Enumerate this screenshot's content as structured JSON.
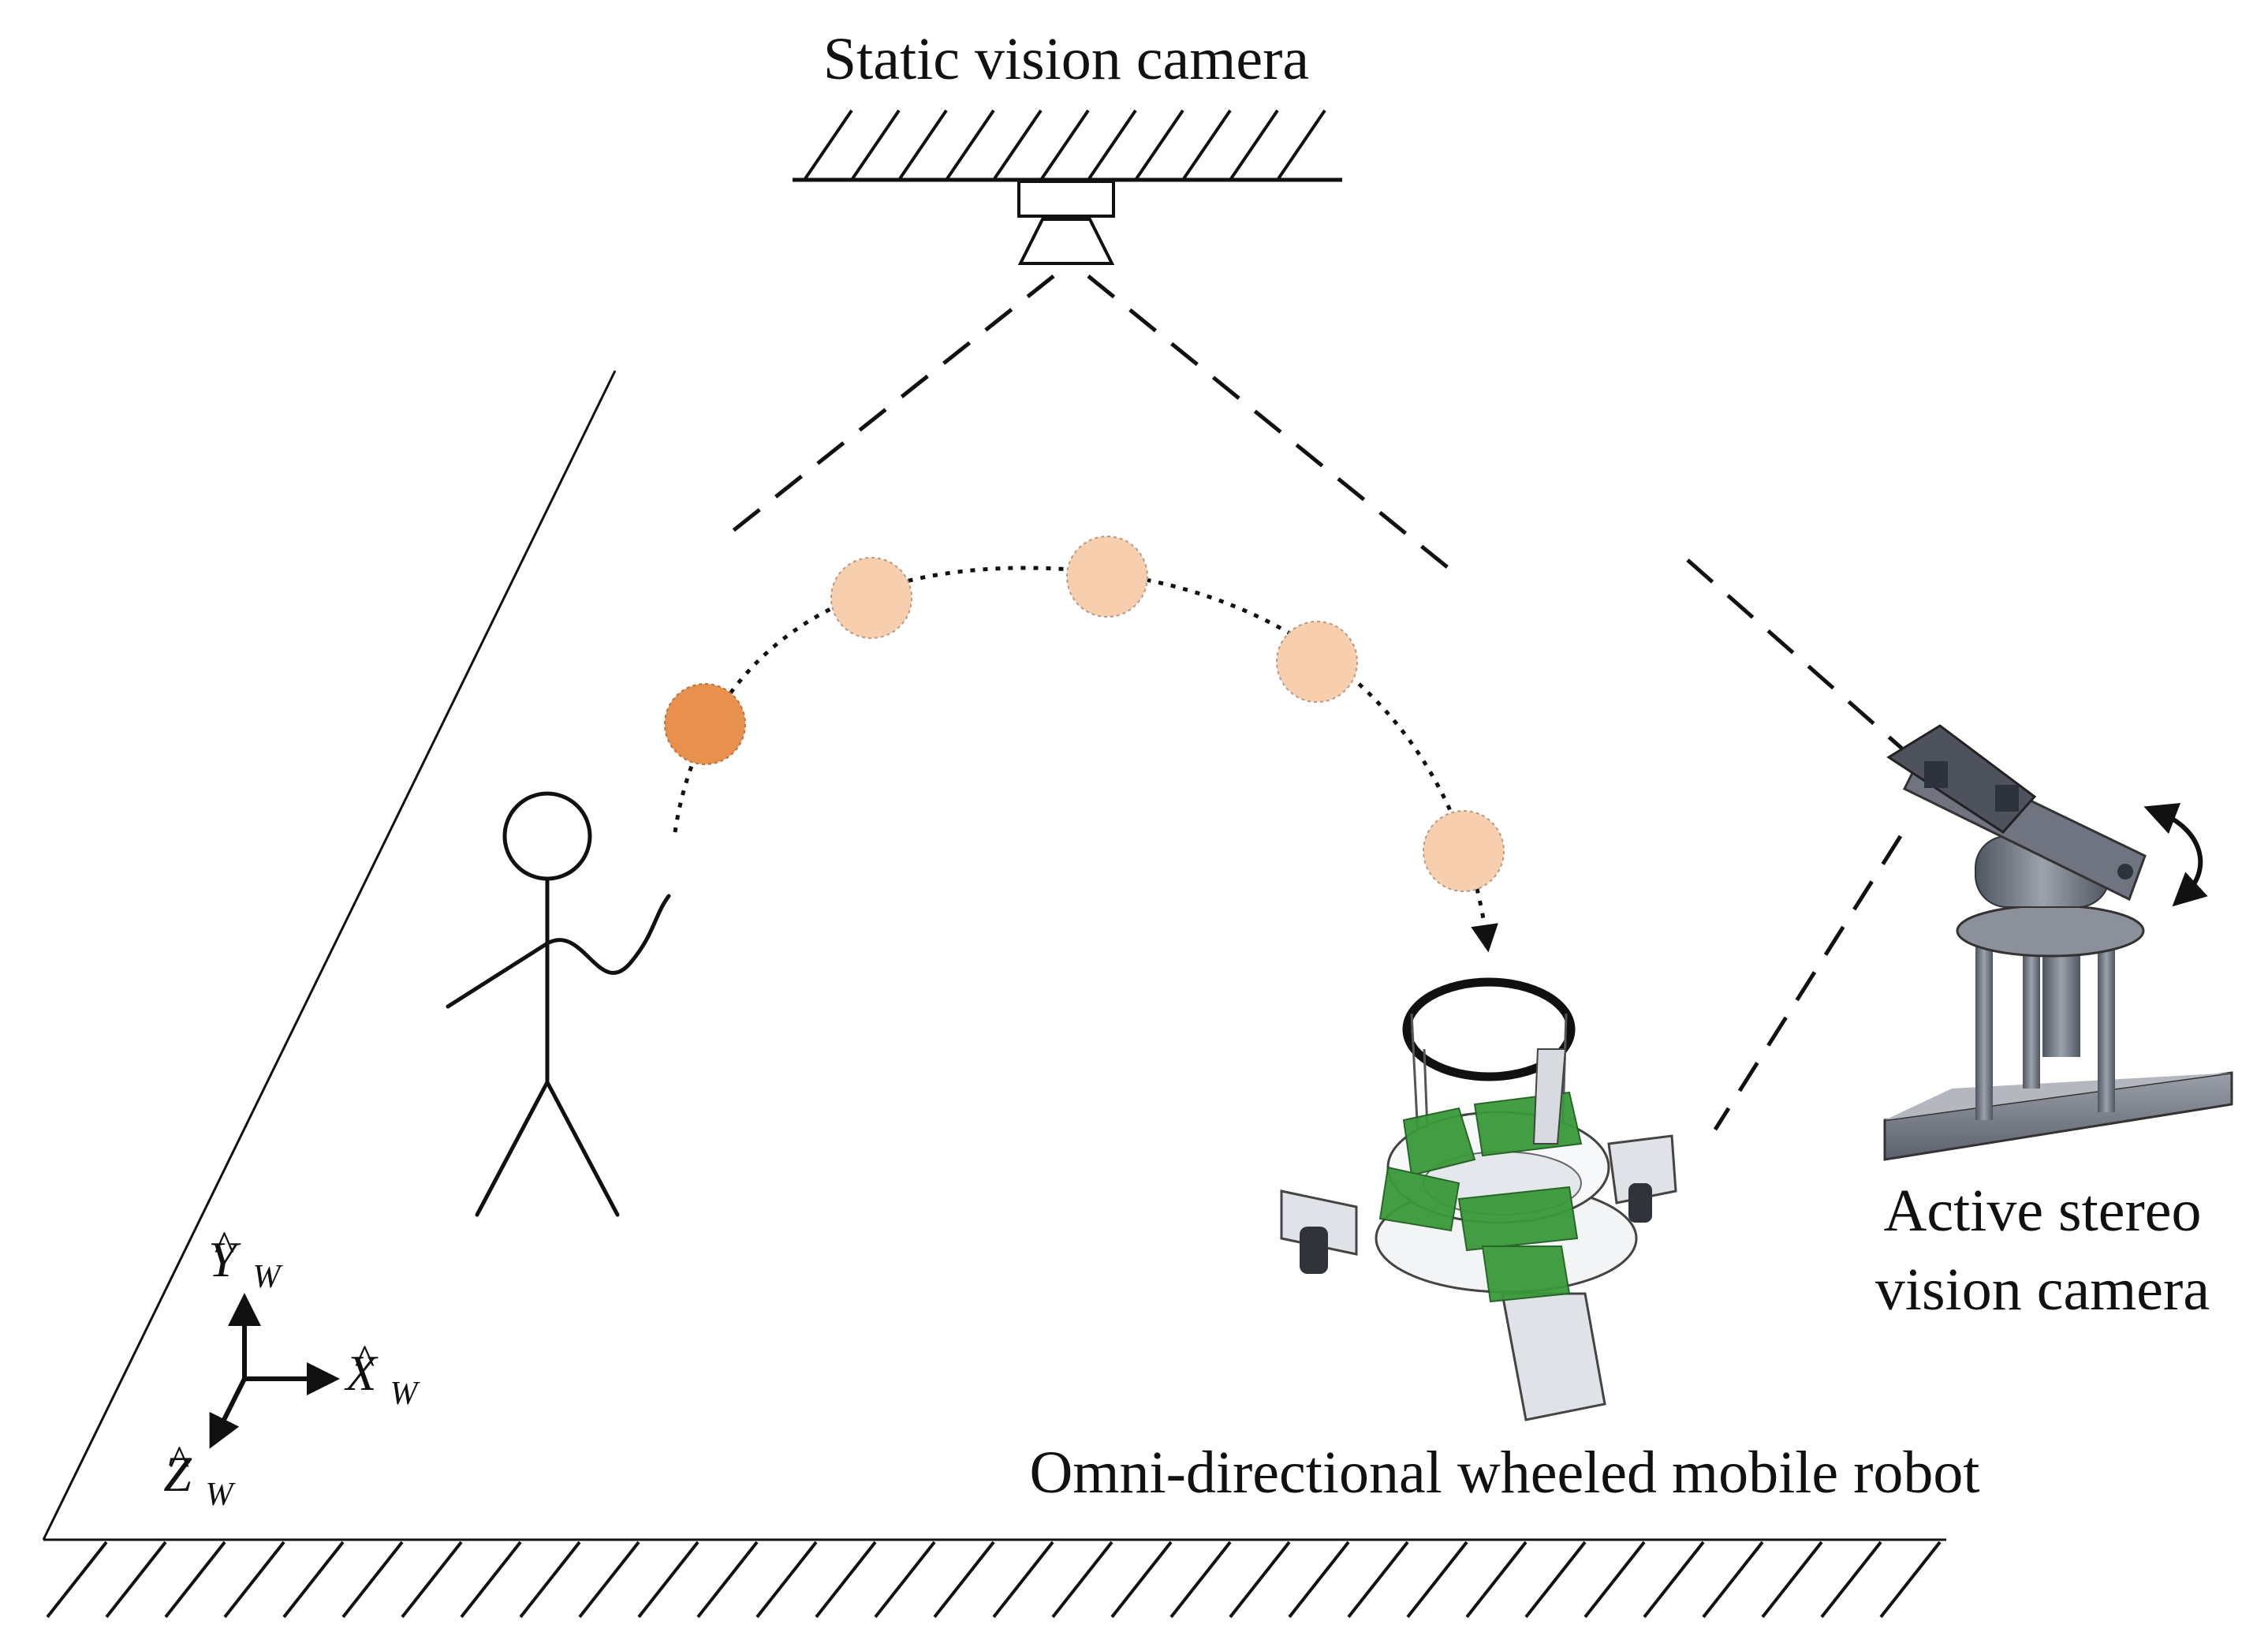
{
  "labels": {
    "static_camera": "Static vision camera",
    "active_camera_line1": "Active stereo",
    "active_camera_line2": "vision camera",
    "robot": "Omni-directional wheeled mobile robot"
  },
  "axes": {
    "x": {
      "letter": "X",
      "sub": "W",
      "hat": "^"
    },
    "y": {
      "letter": "Y",
      "sub": "W",
      "hat": "^"
    },
    "z": {
      "letter": "Z",
      "sub": "W",
      "hat": "^"
    }
  },
  "colors": {
    "ball_first": "#e8914f",
    "ball_later": "#f8cfae",
    "line": "#111111",
    "robot_pcb": "#3a9a3a",
    "camera_metal": "#6f7480"
  }
}
